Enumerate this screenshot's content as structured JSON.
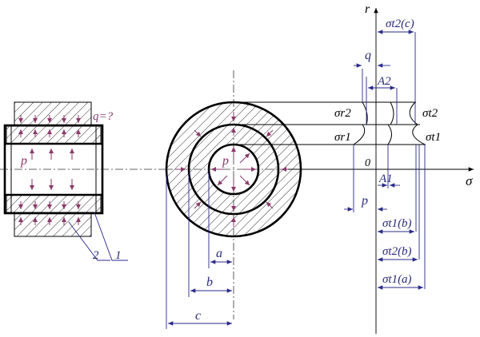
{
  "colors": {
    "annotation": "#2a2a7a",
    "pressure": "#8a3a6a",
    "line": "#000000"
  },
  "left_view": {
    "q_label": "q=?",
    "p_label": "p",
    "part_labels": [
      "2",
      "1"
    ]
  },
  "center_view": {
    "p_label": "p",
    "dims": [
      "a",
      "b",
      "c"
    ]
  },
  "stress_plot": {
    "axis_r": "r",
    "axis_sigma": "σ",
    "origin": "0",
    "labels": {
      "sigma_t2c": "σt2(c)",
      "q": "q",
      "A2": "A2",
      "sigma_r2": "σr2",
      "sigma_t2": "σt2",
      "sigma_r1": "σr1",
      "sigma_t1": "σt1",
      "A1": "A1",
      "p": "p",
      "sigma_t1b": "σt1(b)",
      "sigma_t2b": "σt2(b)",
      "sigma_t1a": "σt1(a)"
    }
  }
}
